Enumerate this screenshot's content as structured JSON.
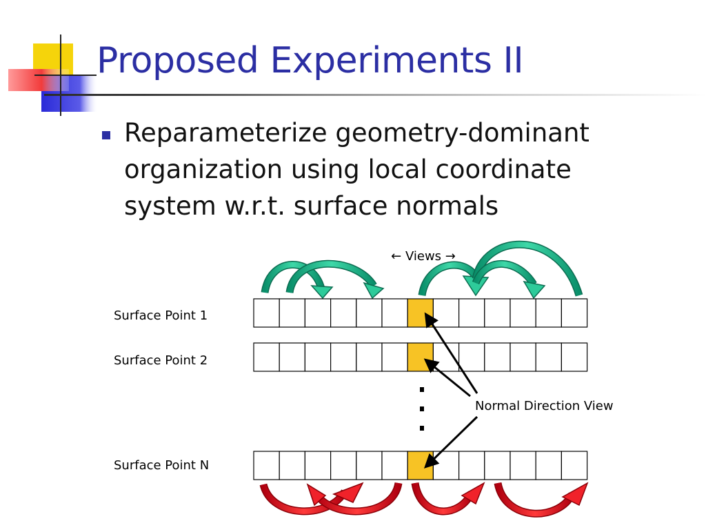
{
  "slide": {
    "title": "Proposed Experiments II",
    "bullets": [
      {
        "text": "Reparameterize geometry-dominant organization using local coordinate system w.r.t. surface normals"
      }
    ]
  },
  "diagram": {
    "views_label": "← Views →",
    "rows": [
      {
        "label": "Surface Point 1",
        "cells": 13,
        "highlight": 6
      },
      {
        "label": "Surface Point 2",
        "cells": 13,
        "highlight": 6
      },
      {
        "label": "Surface Point N",
        "cells": 13,
        "highlight": 6
      }
    ],
    "ellipsis": "⋮",
    "normal_label": "Normal Direction View",
    "colors": {
      "highlight": "#f7c325",
      "title": "#2b2ea3",
      "arrow_top": "#19b38a",
      "arrow_bottom": "#e0141e"
    }
  }
}
